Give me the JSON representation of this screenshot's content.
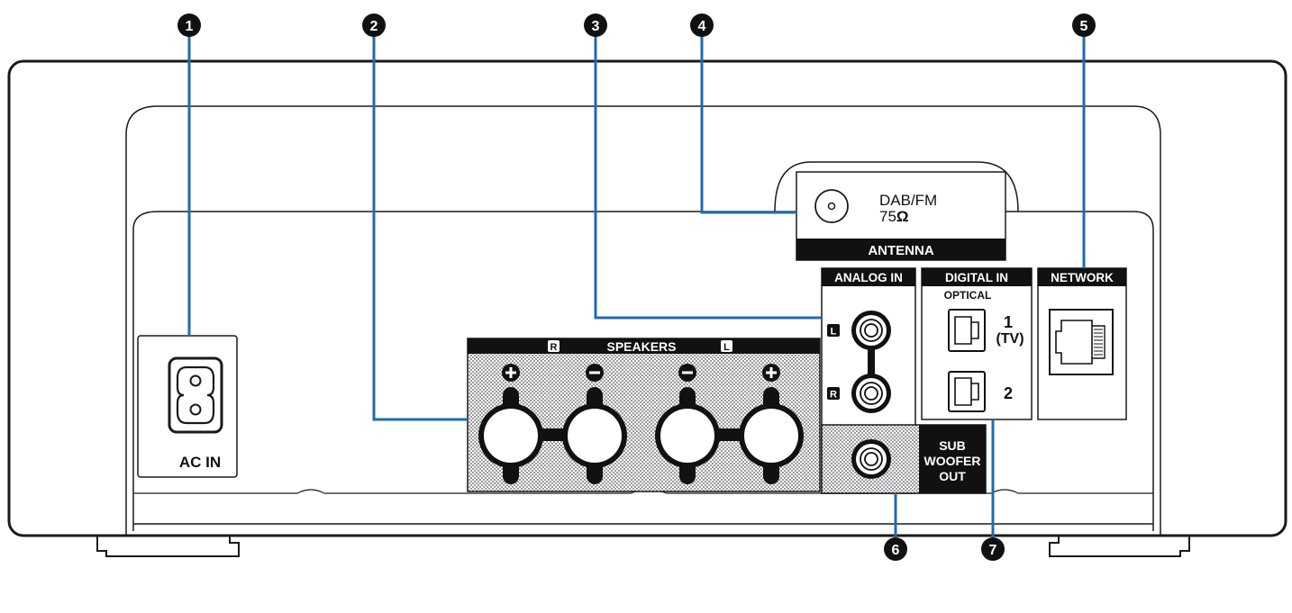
{
  "callouts": [
    {
      "num": "1"
    },
    {
      "num": "2"
    },
    {
      "num": "3"
    },
    {
      "num": "4"
    },
    {
      "num": "5"
    },
    {
      "num": "6"
    },
    {
      "num": "7"
    }
  ],
  "ac_in": {
    "label": "AC IN"
  },
  "speakers": {
    "title": "SPEAKERS",
    "right_badge": "R",
    "left_badge": "L"
  },
  "antenna": {
    "type": "DAB/FM",
    "impedance": "75",
    "impedance_unit": "Ω",
    "title": "ANTENNA"
  },
  "analog_in": {
    "title": "ANALOG IN",
    "left_badge": "L",
    "right_badge": "R"
  },
  "digital_in": {
    "title": "DIGITAL IN",
    "sub": "OPTICAL",
    "port1": "1",
    "port1_sub": "(TV)",
    "port2": "2"
  },
  "network": {
    "title": "NETWORK"
  },
  "subwoofer": {
    "line1": "SUB",
    "line2": "WOOFER",
    "line3": "OUT"
  },
  "colors": {
    "callout_line": "#1f6bb0",
    "outline": "#1a1a1a",
    "panel_label_bg": "#111111"
  }
}
